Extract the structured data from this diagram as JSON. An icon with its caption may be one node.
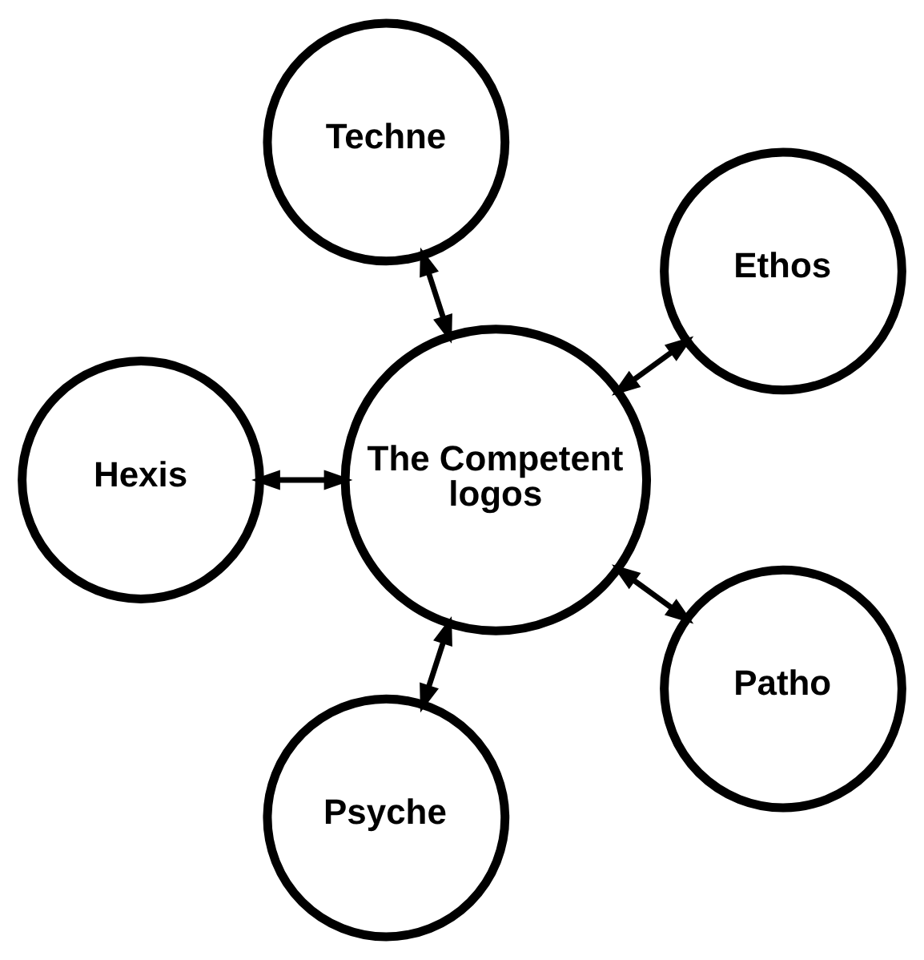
{
  "diagram": {
    "nodes": [
      {
        "text": [
          "The Competent logos"
        ]
      },
      {
        "text": [
          "Ethos"
        ]
      },
      {
        "text": [
          "Techne"
        ]
      },
      {
        "text": [
          "Hexis"
        ]
      },
      {
        "text": [
          "Psyche"
        ]
      },
      {
        "text": [
          "Patho"
        ]
      }
    ],
    "edges": [
      {
        "from": 0,
        "to": 1,
        "arrow": "both"
      },
      {
        "from": 0,
        "to": 3,
        "arrow": "both"
      },
      {
        "from": 0,
        "to": 5,
        "arrow": "both"
      },
      {
        "from": 0,
        "to": 4,
        "arrow": "both"
      },
      {
        "from": 0,
        "to": 2,
        "arrow": "both"
      }
    ]
  }
}
